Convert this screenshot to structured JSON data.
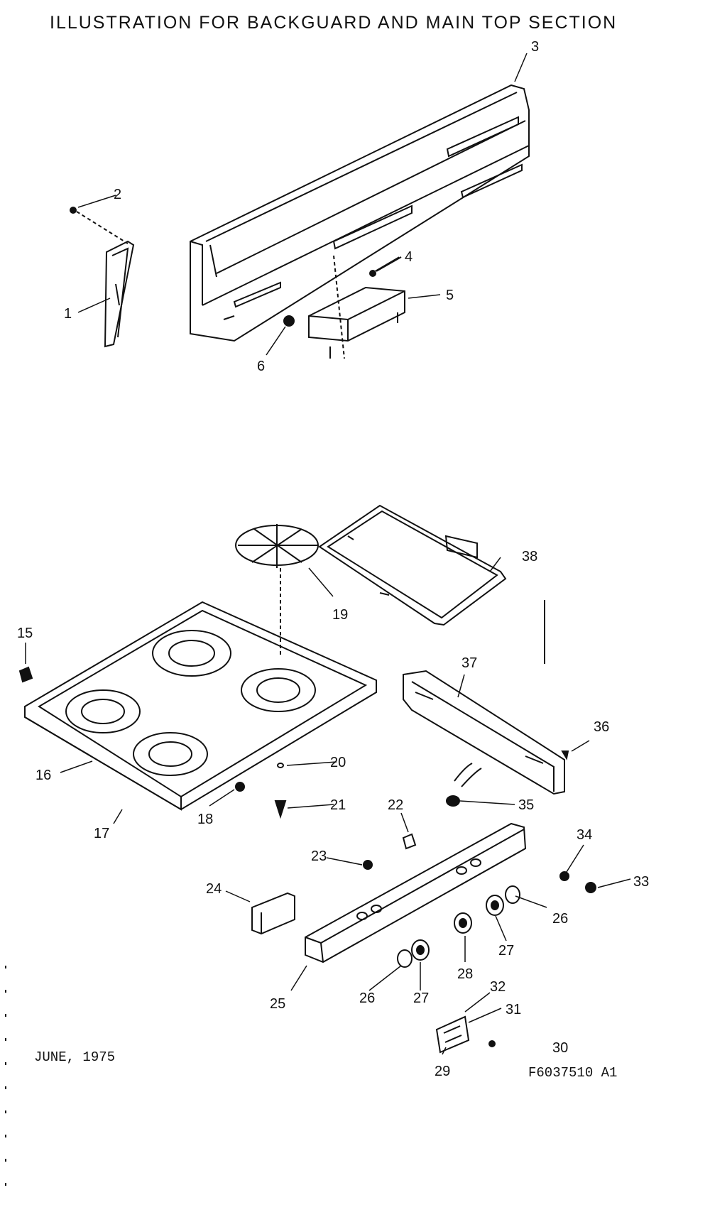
{
  "title": "ILLUSTRATION FOR BACKGUARD AND MAIN TOP SECTION",
  "date_text": "JUNE, 1975",
  "ref_code": "F6037510 A1",
  "callouts": [
    "1",
    "2",
    "3",
    "4",
    "5",
    "6",
    "15",
    "16",
    "17",
    "18",
    "19",
    "20",
    "21",
    "22",
    "23",
    "24",
    "25",
    "26",
    "27",
    "28",
    "26",
    "27",
    "29",
    "30",
    "31",
    "32",
    "33",
    "34",
    "35",
    "36",
    "37",
    "38"
  ],
  "parts": {
    "backguard": "backguard-panel",
    "top": "main-top",
    "grate": "burner-grate",
    "lid": "top-lid",
    "manifold": "manifold-panel",
    "bracket": "side-bracket"
  }
}
